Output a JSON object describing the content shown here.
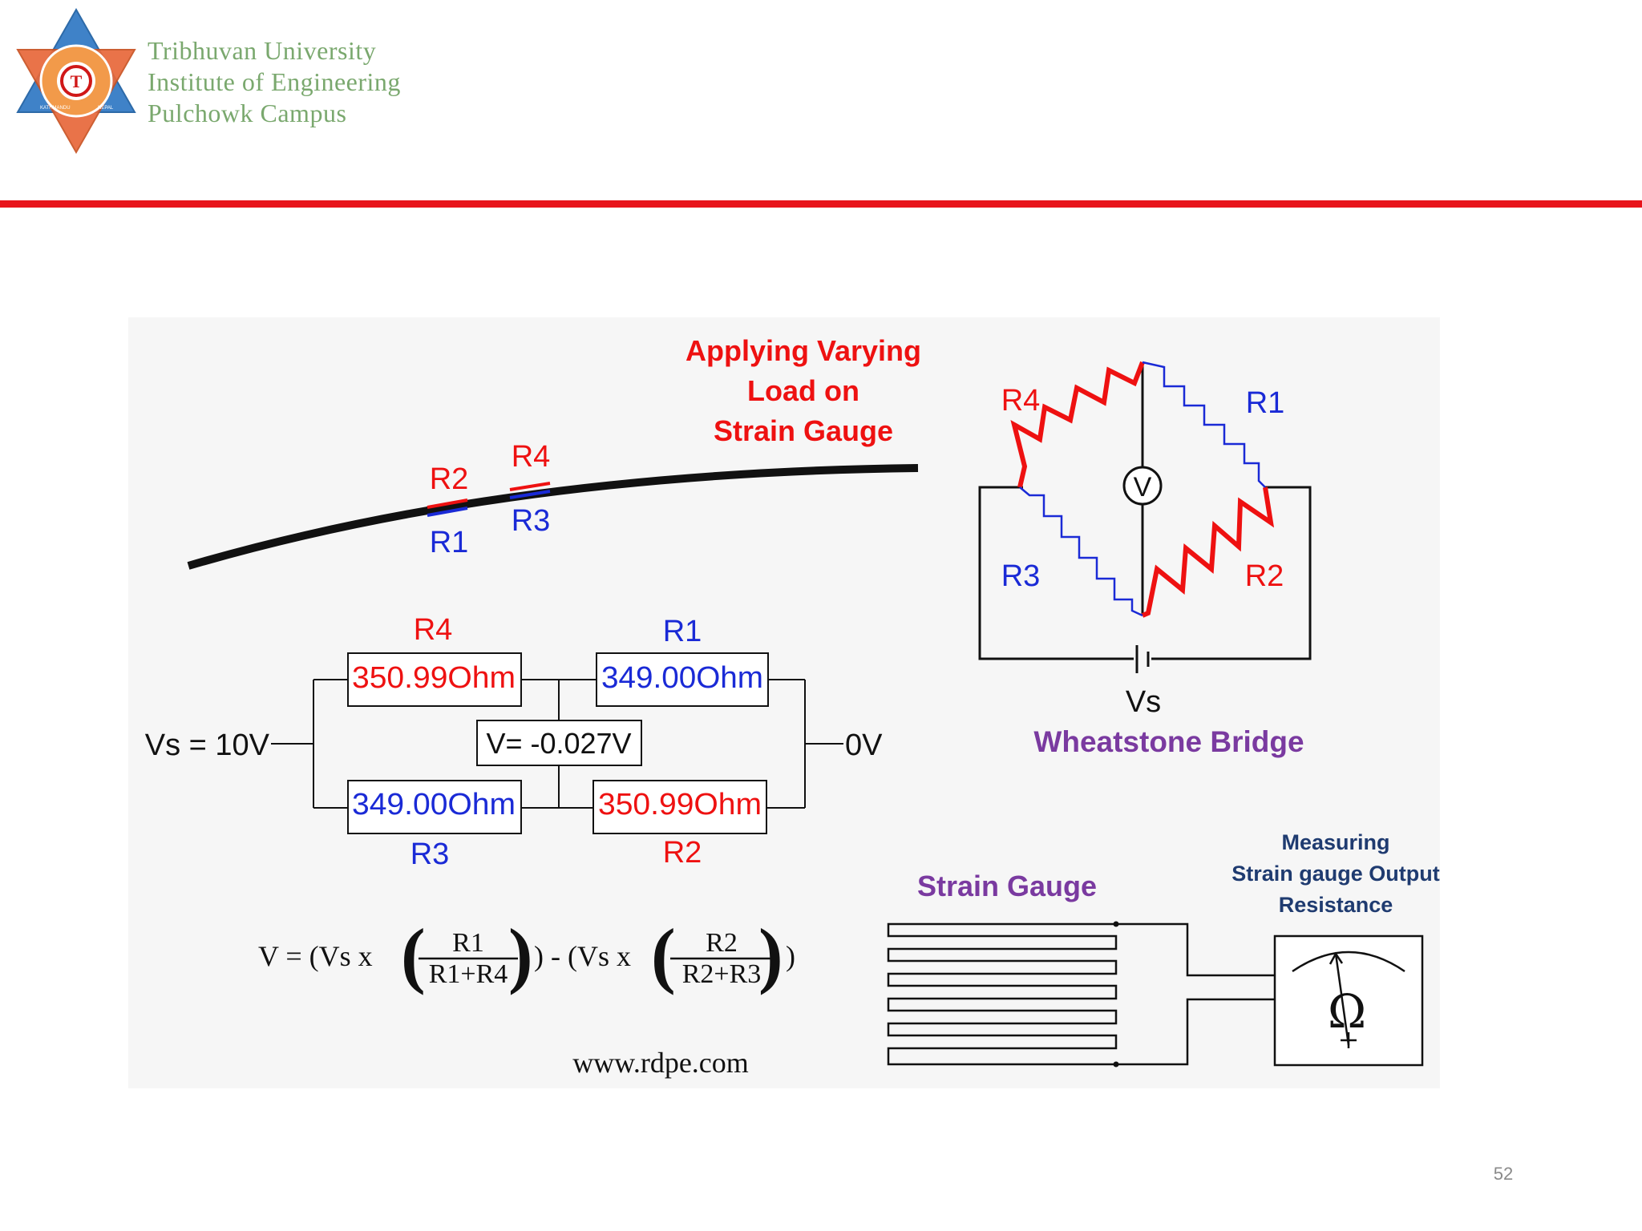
{
  "header": {
    "logo_icon": "tribhuvan-university-seal",
    "institution_lines": [
      "Tribhuvan University",
      "Institute of Engineering",
      "Pulchowk Campus"
    ]
  },
  "diagram": {
    "beam": {
      "caption_lines": [
        "Applying Varying",
        "Load on",
        "Strain Gauge"
      ],
      "gauge_labels": {
        "r2": "R2",
        "r4": "R4",
        "r1": "R1",
        "r3": "R3"
      }
    },
    "bridge_circuit": {
      "resistors": {
        "r4": {
          "label": "R4",
          "value": "350.99Ohm"
        },
        "r1": {
          "label": "R1",
          "value": "349.00Ohm"
        },
        "r3": {
          "label": "R3",
          "value": "349.00Ohm"
        },
        "r2": {
          "label": "R2",
          "value": "350.99Ohm"
        }
      },
      "supply_label": "Vs = 10V",
      "ground_label": "0V",
      "voltage_reading": "V= -0.027V"
    },
    "formula": {
      "lead": "V = (Vs x",
      "frac1_num": "R1",
      "frac1_den": "R1+R4",
      "middle": ") - (Vs x",
      "frac2_num": "R2",
      "frac2_den": "R2+R3",
      "tail": ")"
    },
    "source_url": "www.rdpe.com",
    "wheatstone": {
      "labels": {
        "r4": "R4",
        "r1": "R1",
        "r3": "R3",
        "r2": "R2"
      },
      "meter_symbol": "V",
      "source_label": "Vs",
      "title": "Wheatstone Bridge"
    },
    "strain_gauge": {
      "title": "Strain Gauge",
      "meter_caption_lines": [
        "Measuring",
        "Strain gauge Output",
        "Resistance"
      ],
      "meter_icon": "ohmmeter-icon"
    }
  },
  "colors": {
    "accent_red": "#e8141b",
    "green_text": "#7aa86e",
    "red_label": "#ee1111",
    "blue_label": "#1a2ad6",
    "purple_title": "#7a3aa0",
    "navy_caption": "#1f3b70"
  },
  "page_number": "52"
}
